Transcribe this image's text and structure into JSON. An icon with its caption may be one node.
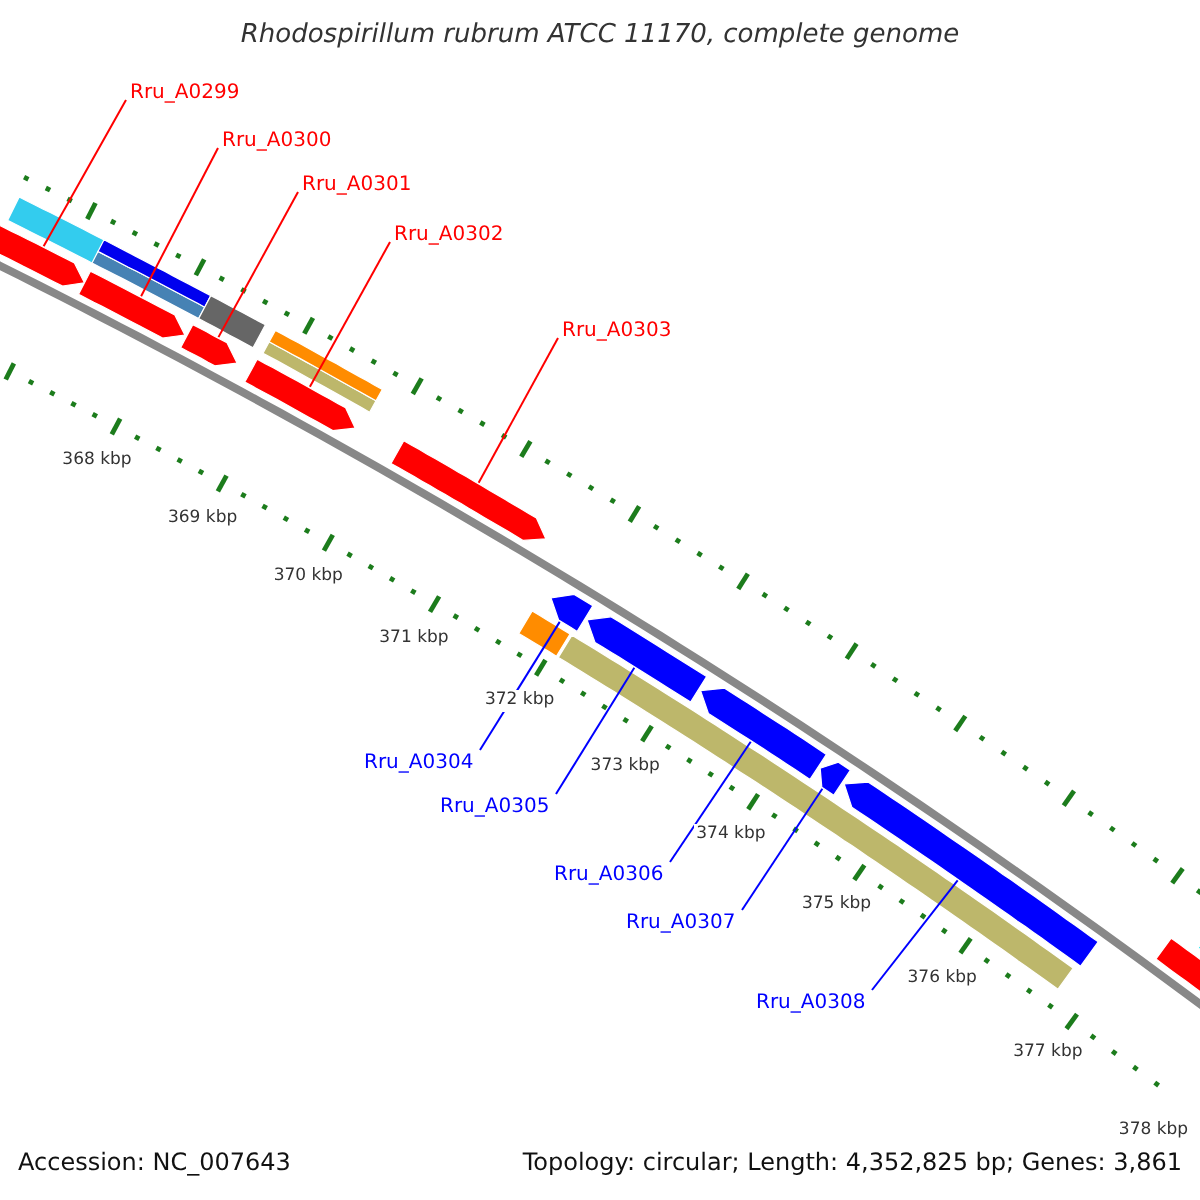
{
  "diagram": {
    "title": "Rhodospirillum rubrum ATCC 11170, complete genome",
    "nodes": [
      {
        "text": [
          "Rru_A0299"
        ]
      },
      {
        "text": [
          "Rru_A0300"
        ]
      },
      {
        "text": [
          "Rru_A0301"
        ]
      },
      {
        "text": [
          "Rru_A0302"
        ]
      },
      {
        "text": [
          "Rru_A0303"
        ]
      },
      {
        "text": [
          "Rru_A0304"
        ]
      },
      {
        "text": [
          "Rru_A0305"
        ]
      },
      {
        "text": [
          "Rru_A0306"
        ]
      },
      {
        "text": [
          "Rru_A0307"
        ]
      },
      {
        "text": [
          "Rru_A0308"
        ]
      },
      {
        "text": [],
        "shape": "arrow"
      },
      {
        "text": [],
        "shape": "arrow"
      },
      {
        "text": [],
        "shape": "arrow"
      },
      {
        "text": [],
        "shape": "arrow"
      },
      {
        "text": [],
        "shape": "arrow"
      },
      {
        "text": [],
        "shape": "arrow"
      },
      {
        "text": [],
        "shape": "arrow"
      },
      {
        "text": [],
        "shape": "arrow"
      },
      {
        "text": [],
        "shape": "arrow"
      },
      {
        "text": [],
        "shape": "arrow"
      }
    ],
    "edges": [
      {
        "from": 0,
        "to": 10,
        "arrow": "none"
      },
      {
        "from": 1,
        "to": 11,
        "arrow": "none"
      },
      {
        "from": 2,
        "to": 12,
        "arrow": "none"
      },
      {
        "from": 3,
        "to": 13,
        "arrow": "none"
      },
      {
        "from": 4,
        "to": 14,
        "arrow": "none"
      },
      {
        "from": 5,
        "to": 15,
        "arrow": "none",
        "color": "#0000ff"
      },
      {
        "from": 6,
        "to": 16,
        "arrow": "none",
        "color": "#0000ff"
      },
      {
        "from": 7,
        "to": 17,
        "arrow": "none",
        "color": "#0000ff"
      },
      {
        "from": 8,
        "to": 18,
        "arrow": "none",
        "color": "#0000ff"
      },
      {
        "from": 9,
        "to": 19,
        "arrow": "none",
        "color": "#0000ff"
      }
    ],
    "labels": [
      "368 kbp",
      "369 kbp",
      "370 kbp",
      "371 kbp",
      "372 kbp",
      "373 kbp",
      "374 kbp",
      "375 kbp",
      "376 kbp",
      "377 kbp",
      "378 kbp",
      "Accession: NC_007643",
      "Topology: circular; Length: 4,352,825 bp; Genes: 3,861"
    ]
  }
}
